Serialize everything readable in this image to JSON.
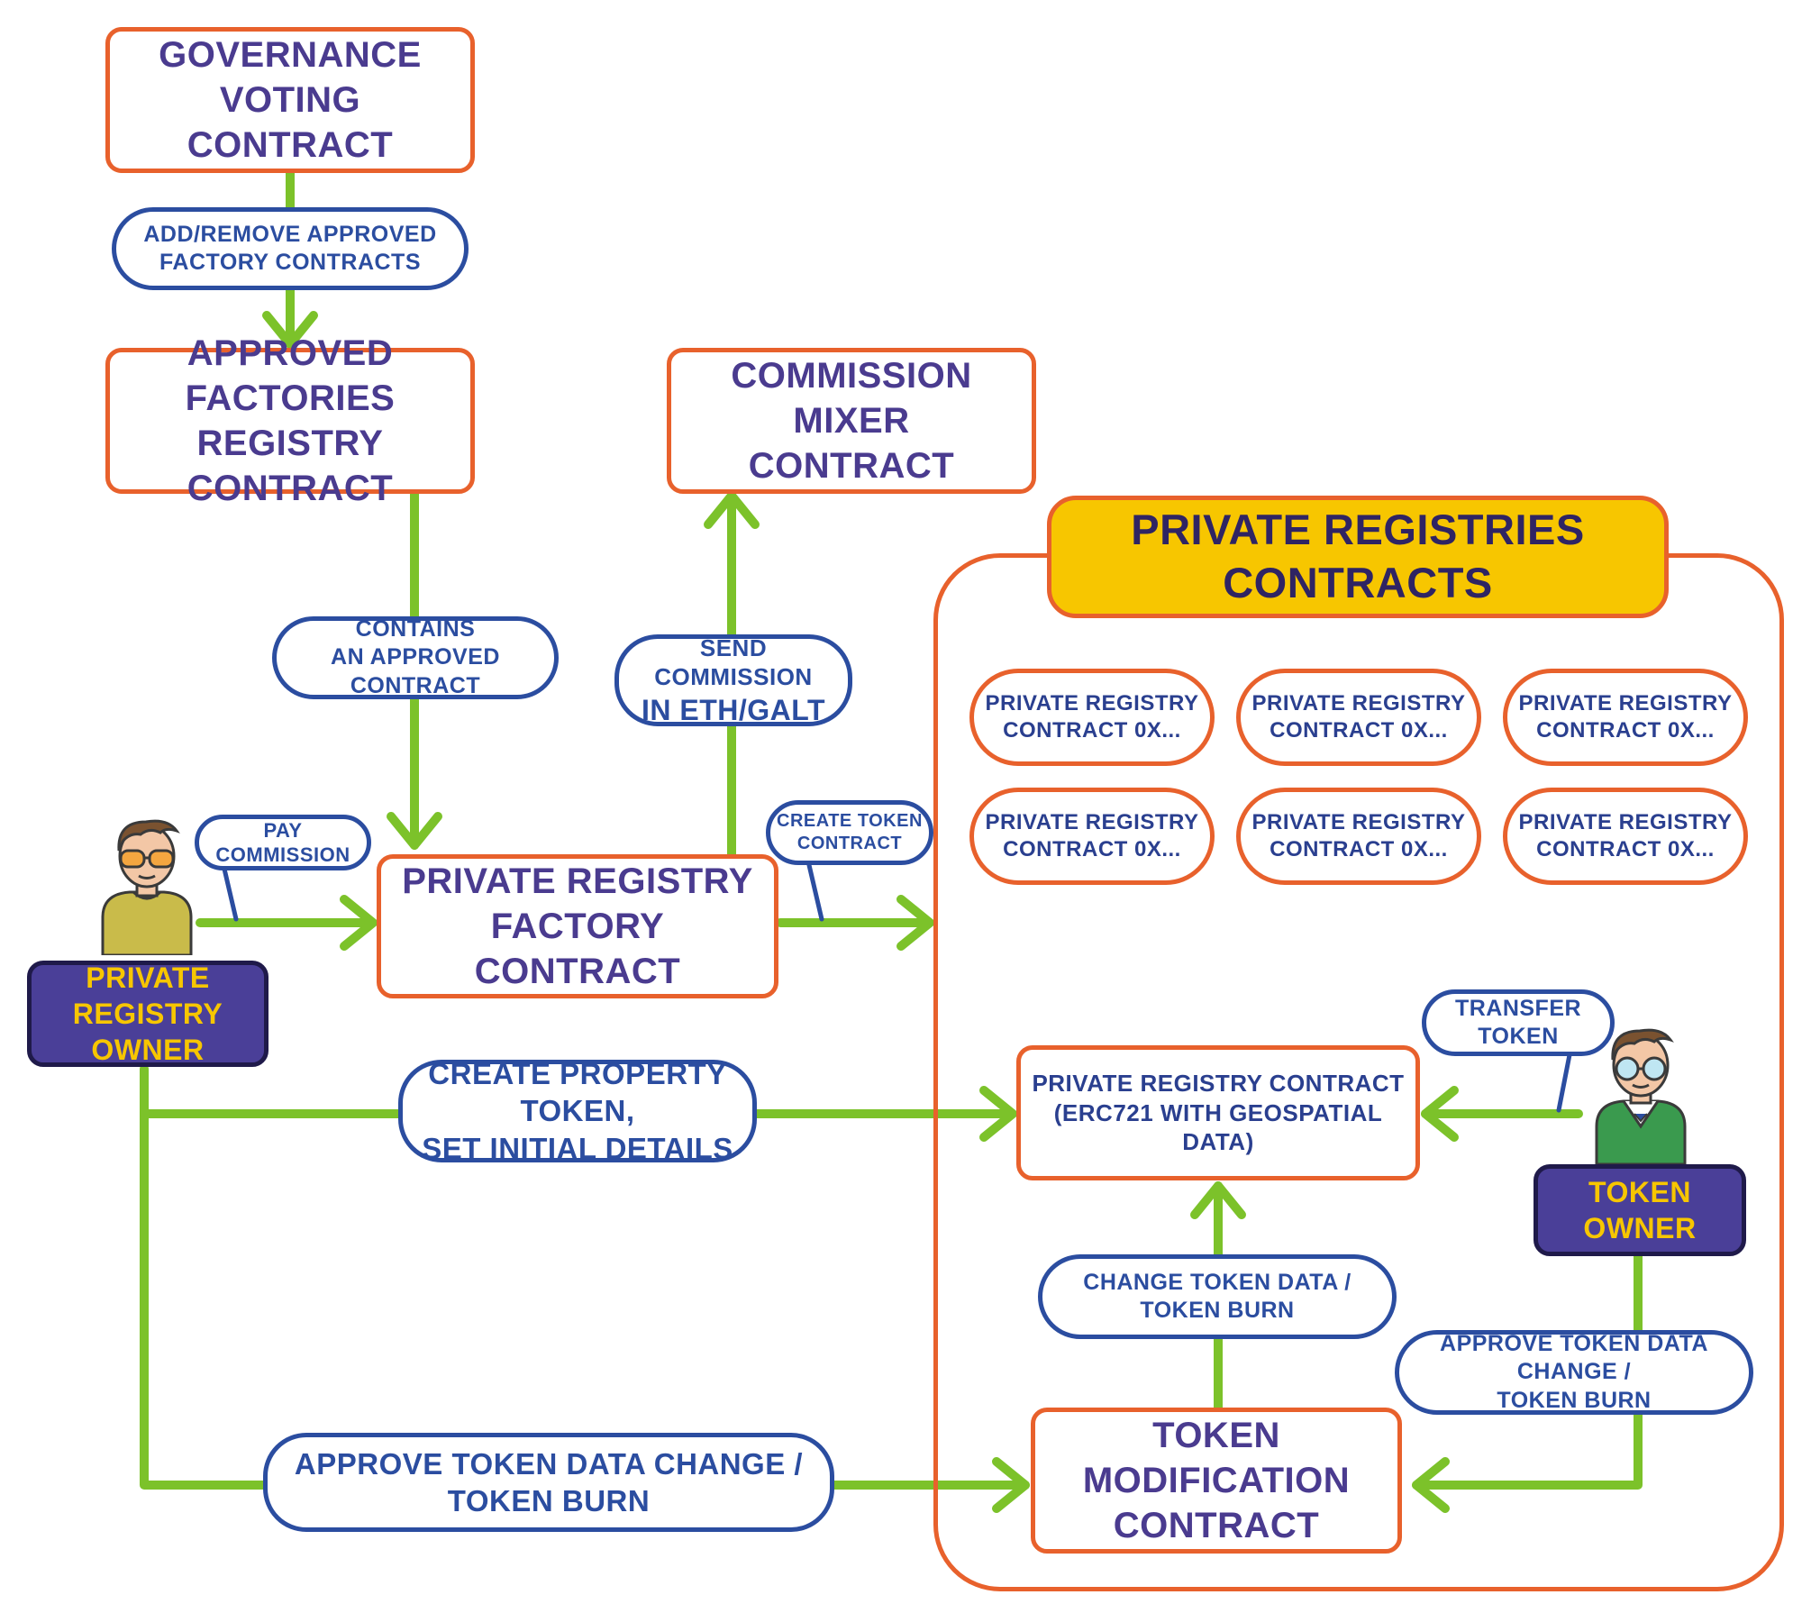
{
  "governance_contract": {
    "lines": [
      "GOVERNANCE VOTING",
      "CONTRACT"
    ]
  },
  "add_remove_label": {
    "lines": [
      "ADD/REMOVE APPROVED",
      "FACTORY CONTRACTS"
    ]
  },
  "approved_registry_contract": {
    "lines": [
      "APPROVED FACTORIES",
      "REGISTRY CONTRACT"
    ]
  },
  "commission_mixer_contract": {
    "lines": [
      "COMMISSION MIXER",
      "CONTRACT"
    ]
  },
  "contains_label": {
    "lines": [
      "CONTAINS",
      "AN APPROVED CONTRACT"
    ]
  },
  "send_commission_label": {
    "lines": [
      "SEND COMMISSION",
      "IN ETH/GALT"
    ]
  },
  "pay_commission_label": {
    "lines": [
      "PAY COMMISSION"
    ]
  },
  "create_token_contract_label": {
    "lines": [
      "CREATE TOKEN",
      "CONTRACT"
    ]
  },
  "factory_contract": {
    "lines": [
      "PRIVATE REGISTRY FACTORY",
      "CONTRACT"
    ]
  },
  "private_registries_group": {
    "title": "PRIVATE REGISTRIES CONTRACTS",
    "items": [
      {
        "lines": [
          "PRIVATE REGISTRY",
          "CONTRACT 0x..."
        ]
      },
      {
        "lines": [
          "PRIVATE REGISTRY",
          "CONTRACT 0x..."
        ]
      },
      {
        "lines": [
          "PRIVATE REGISTRY",
          "CONTRACT 0x..."
        ]
      },
      {
        "lines": [
          "PRIVATE REGISTRY",
          "CONTRACT 0x..."
        ]
      },
      {
        "lines": [
          "PRIVATE REGISTRY",
          "CONTRACT 0x..."
        ]
      },
      {
        "lines": [
          "PRIVATE REGISTRY",
          "CONTRACT 0x..."
        ]
      }
    ]
  },
  "private_registry_owner": {
    "lines": [
      "PRIVATE REGISTRY",
      "OWNER"
    ]
  },
  "create_property_token_label": {
    "lines": [
      "CREATE PROPERTY TOKEN,",
      "SET INITIAL DETAILS"
    ]
  },
  "private_registry_contract": {
    "lines": [
      "PRIVATE REGISTRY CONTRACT",
      "(ERC721 WITH GEOSPATIAL DATA)"
    ]
  },
  "transfer_token_label": {
    "lines": [
      "TRANSFER TOKEN"
    ]
  },
  "token_owner": {
    "lines": [
      "TOKEN OWNER"
    ]
  },
  "change_token_data_label": {
    "lines": [
      "CHANGE TOKEN DATA /",
      "TOKEN BURN"
    ]
  },
  "approve_right_label": {
    "lines": [
      "APPROVE TOKEN DATA CHANGE /",
      "TOKEN BURN"
    ]
  },
  "token_modification_contract": {
    "lines": [
      "TOKEN MODIFICATION",
      "CONTRACT"
    ]
  },
  "approve_bottom_label": {
    "lines": [
      "APPROVE TOKEN DATA CHANGE / TOKEN BURN"
    ]
  },
  "colors": {
    "arrow": "#7cc22a",
    "contract_border": "#e8612c",
    "contract_text": "#4a3b8f",
    "pill_border": "#2b4da0",
    "group_title_fill": "#f7c600",
    "actor_fill": "#4a3f98",
    "actor_text": "#f7c600"
  }
}
